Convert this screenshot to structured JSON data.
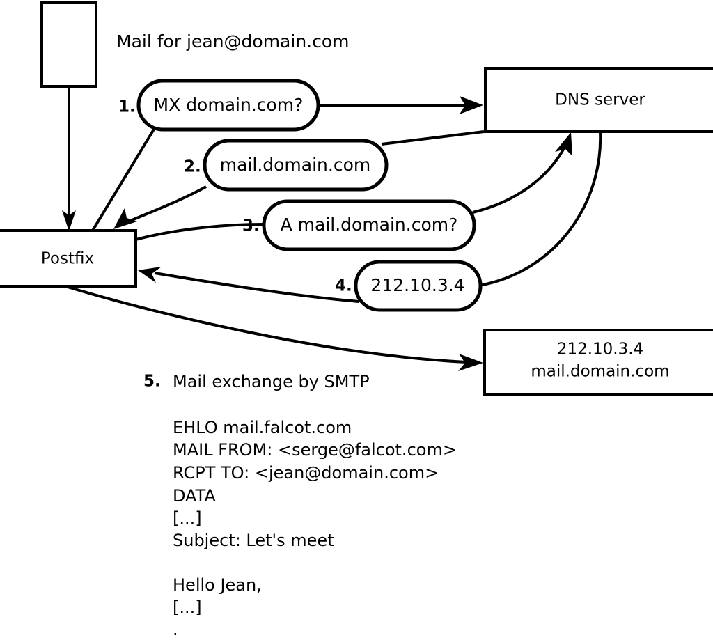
{
  "diagram": {
    "title": "Mail for jean@domain.com",
    "nodes": [
      {
        "id": "sender",
        "label": ""
      },
      {
        "id": "postfix",
        "label": "Postfix"
      },
      {
        "id": "dns",
        "label": "DNS server"
      },
      {
        "id": "mailserver",
        "label_line1": "212.10.3.4",
        "label_line2": "mail.domain.com"
      }
    ],
    "steps": [
      {
        "num": "1.",
        "label": "MX domain.com?"
      },
      {
        "num": "2.",
        "label": "mail.domain.com"
      },
      {
        "num": "3.",
        "label": "A mail.domain.com?"
      },
      {
        "num": "4.",
        "label": "212.10.3.4"
      }
    ],
    "step5": {
      "num": "5.",
      "label": "Mail exchange by SMTP"
    },
    "transcript": [
      "EHLO mail.falcot.com",
      "MAIL FROM: <serge@falcot.com>",
      "RCPT TO: <jean@domain.com>",
      "DATA",
      "[...]",
      "Subject: Let's meet",
      "",
      "Hello Jean,",
      "[...]",
      "."
    ],
    "colors": {
      "stroke": "#000000",
      "fill": "#ffffff",
      "text": "#000000"
    }
  }
}
